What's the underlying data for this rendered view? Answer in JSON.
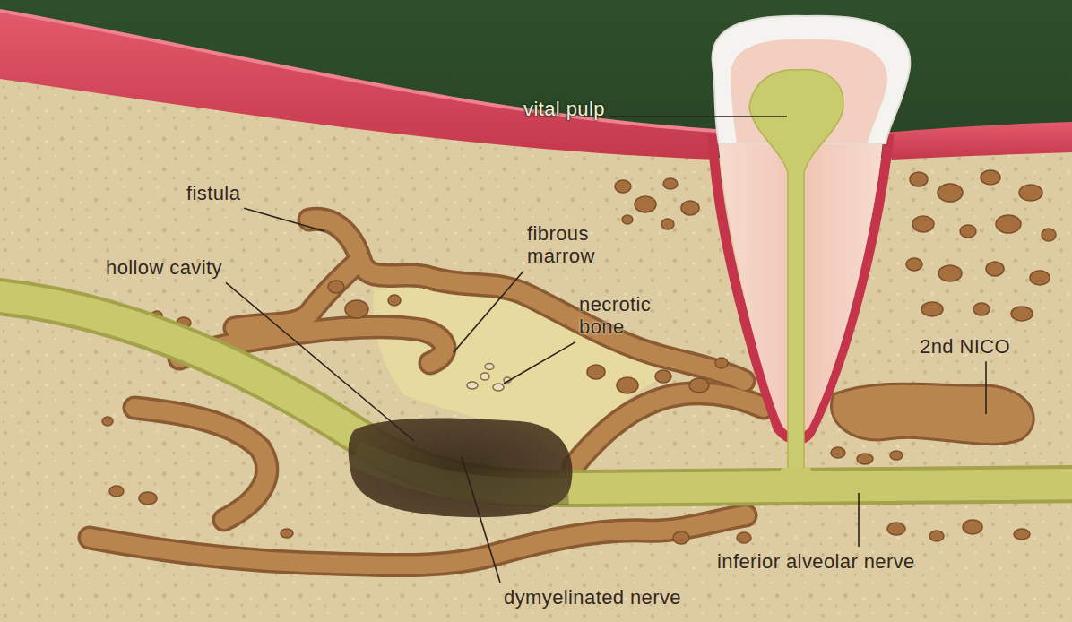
{
  "diagram": {
    "labels": [
      "vital pulp",
      "fistula",
      "fibrous marrow",
      "hollow cavity",
      "necrotic bone",
      "2nd NICO",
      "inferior alveolar nerve",
      "dymyelinated nerve"
    ]
  }
}
